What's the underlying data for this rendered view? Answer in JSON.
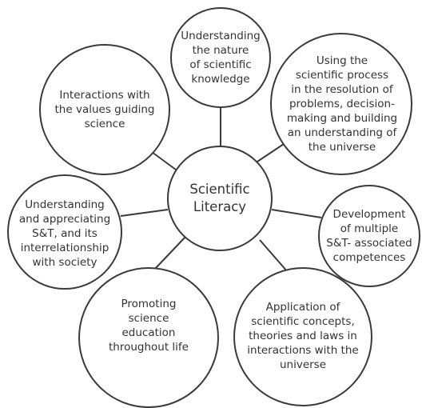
{
  "diagram": {
    "center": {
      "label": "Scientific\nLiteracy"
    },
    "nodes": [
      {
        "id": "nature",
        "label": "Understanding\nthe nature\nof scientific\nknowledge"
      },
      {
        "id": "process",
        "label": "Using the\nscientific process\nin the resolution of\nproblems, decision-\nmaking and building\nan understanding of\nthe universe"
      },
      {
        "id": "competences",
        "label": "Development\nof multiple\nS&T- associated\ncompetences"
      },
      {
        "id": "application",
        "label": "Application of\nscientific concepts,\ntheories and laws in\ninteractions with the\nuniverse"
      },
      {
        "id": "promoting",
        "label": "Promoting\nscience\neducation\nthroughout life"
      },
      {
        "id": "society",
        "label": "Understanding\nand appreciating\nS&T, and its\ninterrelationship\nwith society"
      },
      {
        "id": "values",
        "label": "Interactions with\nthe values guiding\nscience"
      }
    ]
  }
}
